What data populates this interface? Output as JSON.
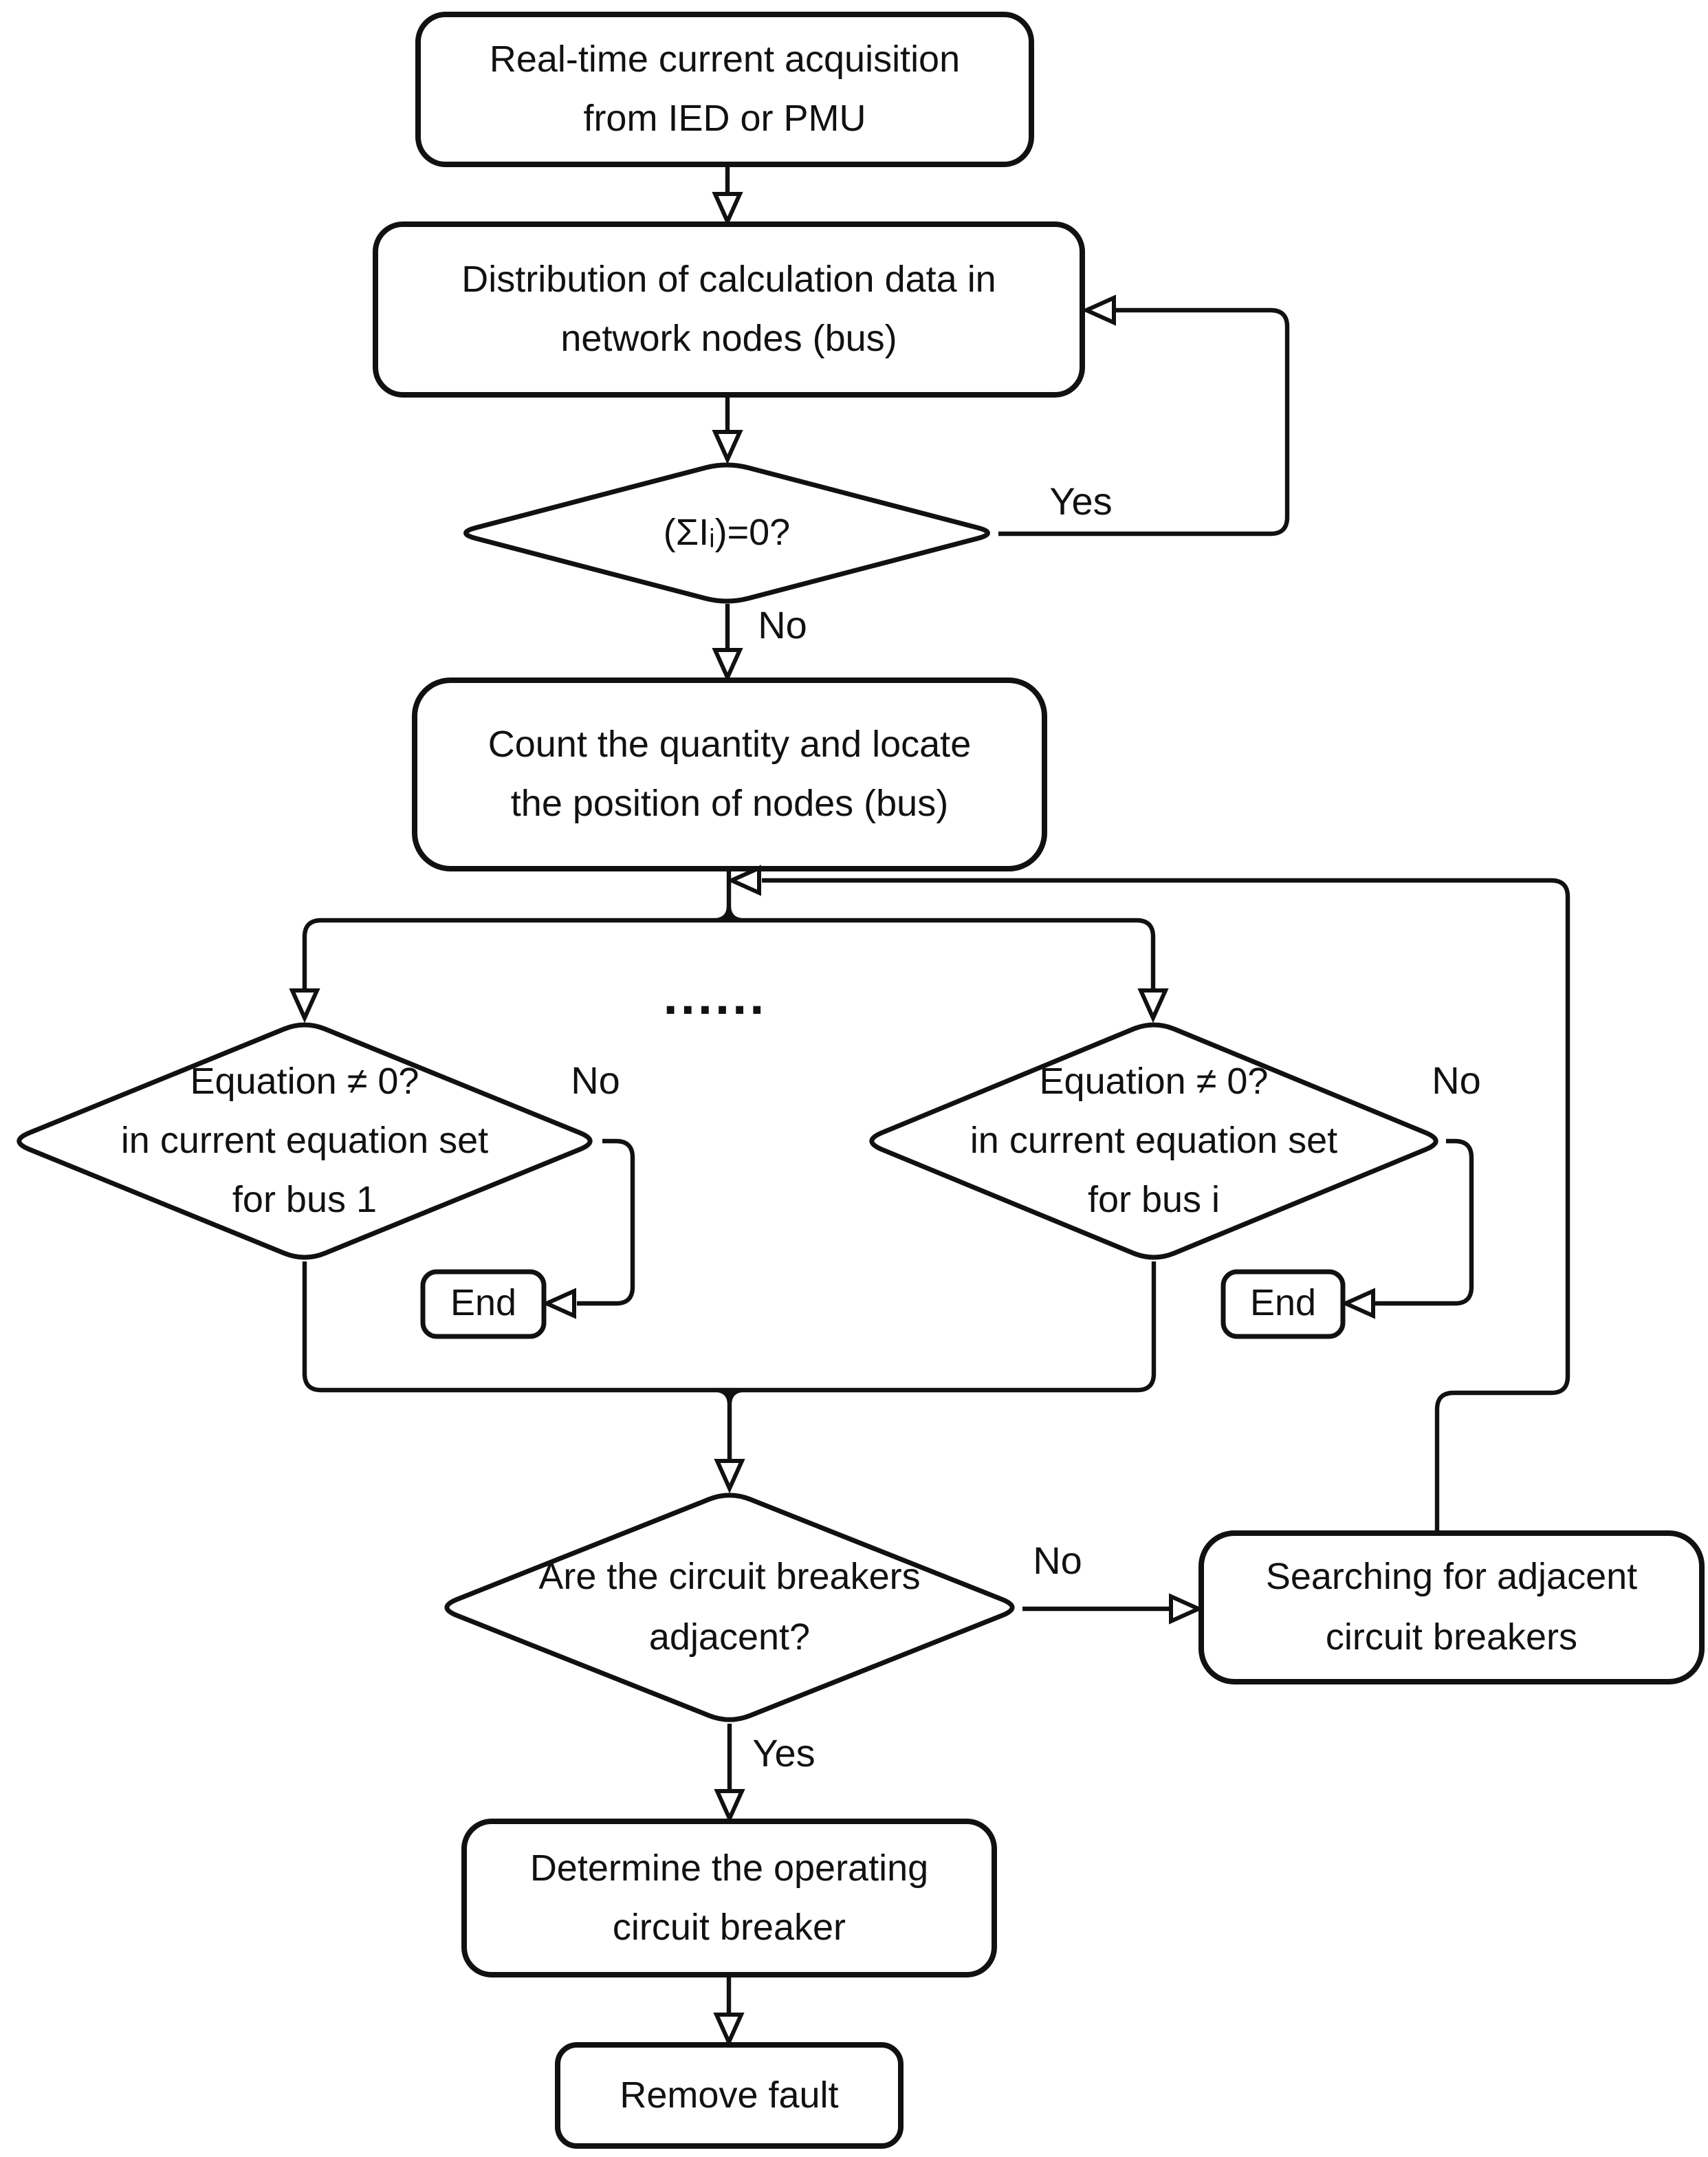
{
  "diagram": {
    "type": "flowchart",
    "colors": {
      "stroke": "#111111",
      "background": "#ffffff",
      "text": "#111111"
    },
    "nodes": {
      "acquisition": {
        "shape": "rounded-rect",
        "label": "Real-time current acquisition\nfrom IED or PMU"
      },
      "distribution": {
        "shape": "rounded-rect",
        "label": "Distribution of calculation data in\nnetwork nodes (bus)"
      },
      "sum_check": {
        "shape": "diamond",
        "label": "(ΣIᵢ)=0?"
      },
      "count_locate": {
        "shape": "rounded-rect",
        "label": "Count the quantity and locate\nthe position of nodes (bus)"
      },
      "eq_bus1": {
        "shape": "diamond",
        "label": "Equation ≠ 0?\nin current equation set\nfor bus 1"
      },
      "eq_busi": {
        "shape": "diamond",
        "label": "Equation ≠ 0?\nin current equation set\nfor bus i"
      },
      "end_left": {
        "shape": "rounded-rect",
        "label": "End"
      },
      "end_right": {
        "shape": "rounded-rect",
        "label": "End"
      },
      "adjacent_check": {
        "shape": "diamond",
        "label": "Are the circuit breakers\nadjacent?"
      },
      "searching": {
        "shape": "rounded-rect",
        "label": "Searching for adjacent\ncircuit breakers"
      },
      "determine": {
        "shape": "rounded-rect",
        "label": "Determine the operating\ncircuit breaker"
      },
      "remove_fault": {
        "shape": "rounded-rect",
        "label": "Remove fault"
      }
    },
    "edge_labels": {
      "sum_yes": "Yes",
      "sum_no": "No",
      "bus1_no": "No",
      "busi_no": "No",
      "adjacent_no": "No",
      "adjacent_yes": "Yes",
      "ellipsis": "......"
    }
  }
}
